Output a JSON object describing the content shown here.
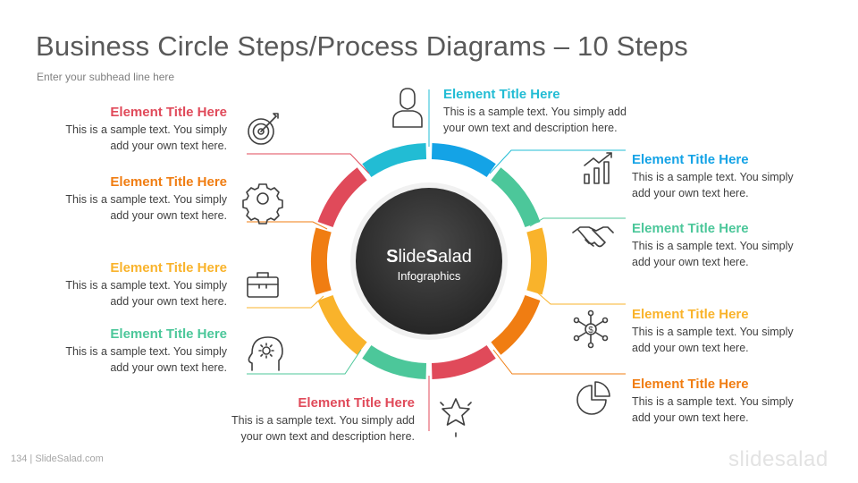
{
  "slide": {
    "title": "Business Circle Steps/Process Diagrams – 10 Steps",
    "subhead": "Enter your subhead line here",
    "footer": "134   | SlideSalad.com",
    "brand": "slidesalad"
  },
  "center": {
    "name_bold_1": "S",
    "name_1": "lide",
    "name_bold_2": "S",
    "name_2": "alad",
    "sub": "Infographics"
  },
  "colors": {
    "red": "#e04a5a",
    "orange": "#f07d12",
    "yellow": "#f9b32b",
    "green": "#4cc79a",
    "teal": "#22bcd4",
    "blue": "#14a3e6"
  },
  "icons": {
    "top": "user-icon",
    "tr1": "growth-chart-icon",
    "tr2": "handshake-icon",
    "r3": "network-dollar-icon",
    "r4": "pie-chart-icon",
    "bottom": "star-icon",
    "l4": "head-gear-icon",
    "l3": "briefcase-icon",
    "l2": "gear-icon",
    "l1": "target-icon"
  },
  "steps": {
    "top": {
      "title": "Element Title Here",
      "line1": "This is a sample text. You simply add",
      "line2": "your own text and description here."
    },
    "bottom": {
      "title": "Element Title Here",
      "line1": "This is a sample text. You simply add",
      "line2": "your own text and description here."
    },
    "l1": {
      "title": "Element Title Here",
      "line1": "This is a sample text. You simply",
      "line2": "add your own text here."
    },
    "l2": {
      "title": "Element Title Here",
      "line1": "This is a sample text. You simply",
      "line2": "add your own text here."
    },
    "l3": {
      "title": "Element Title Here",
      "line1": "This is a sample text. You simply",
      "line2": "add your own text here."
    },
    "l4": {
      "title": "Element Title Here",
      "line1": "This is a sample text. You simply",
      "line2": "add your own text here."
    },
    "r1": {
      "title": "Element Title Here",
      "line1": "This is a sample text. You simply",
      "line2": "add your own text here."
    },
    "r2": {
      "title": "Element Title Here",
      "line1": "This is a sample text. You simply",
      "line2": "add your own text here."
    },
    "r3": {
      "title": "Element Title Here",
      "line1": "This is a sample text. You simply",
      "line2": "add your own text here."
    },
    "r4": {
      "title": "Element Title Here",
      "line1": "This is a sample text. You simply",
      "line2": "add your own text here."
    }
  }
}
